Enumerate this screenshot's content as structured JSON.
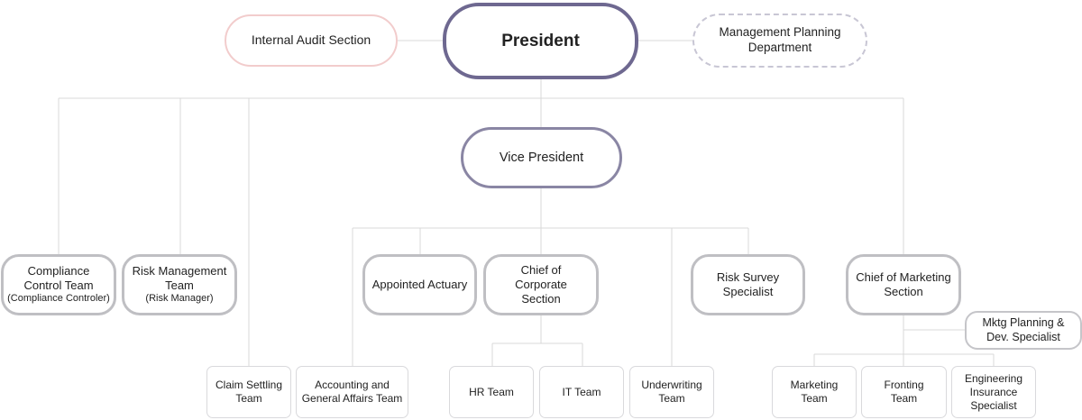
{
  "chart": {
    "president": "President",
    "internal_audit": "Internal Audit Section",
    "management_planning": [
      "Management Planning",
      "Department"
    ],
    "vice_president": "Vice President",
    "compliance_team": [
      "Compliance",
      "Control Team",
      "(Compliance Controler)"
    ],
    "risk_management": [
      "Risk Management",
      "Team",
      "(Risk Manager)"
    ],
    "appointed_actuary": "Appointed Actuary",
    "chief_corporate": [
      "Chief of",
      "Corporate",
      "Section"
    ],
    "risk_survey": [
      "Risk Survey",
      "Specialist"
    ],
    "chief_marketing": [
      "Chief of Marketing",
      "Section"
    ],
    "mktg_planning": [
      "Mktg Planning &",
      "Dev. Specialist"
    ],
    "claim_settling": [
      "Claim Settling",
      "Team"
    ],
    "accounting": [
      "Accounting and",
      "General Affairs Team"
    ],
    "hr_team": "HR Team",
    "it_team": "IT Team",
    "underwriting": [
      "Underwriting",
      "Team"
    ],
    "marketing_team": [
      "Marketing",
      "Team"
    ],
    "fronting_team": [
      "Fronting",
      "Team"
    ],
    "engineering": [
      "Engineering",
      "Insurance",
      "Specialist"
    ]
  },
  "colors": {
    "president_border": "#6e6890",
    "vice_president_border": "#8a86a4",
    "audit_border": "#f2cccc",
    "connector": "#d8d8d8"
  }
}
